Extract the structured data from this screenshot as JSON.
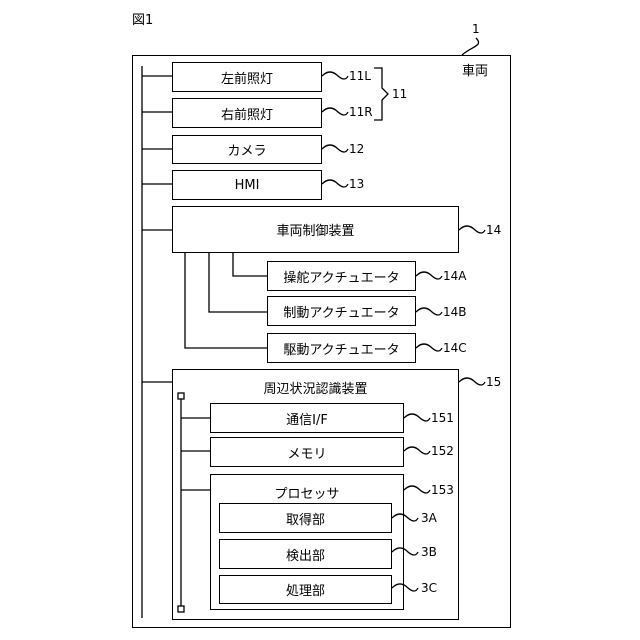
{
  "figure": {
    "label": "図1"
  },
  "vehicle": {
    "label": "車両",
    "ref": "1"
  },
  "headlights": {
    "group_ref": "11",
    "left": {
      "label": "左前照灯",
      "ref": "11L"
    },
    "right": {
      "label": "右前照灯",
      "ref": "11R"
    }
  },
  "camera": {
    "label": "カメラ",
    "ref": "12"
  },
  "hmi": {
    "label": "HMI",
    "ref": "13"
  },
  "vehicle_control": {
    "label": "車両制御装置",
    "ref": "14"
  },
  "actuators": {
    "steering": {
      "label": "操舵アクチュエータ",
      "ref": "14A"
    },
    "braking": {
      "label": "制動アクチュエータ",
      "ref": "14B"
    },
    "driving": {
      "label": "駆動アクチュエータ",
      "ref": "14C"
    }
  },
  "recognition": {
    "label": "周辺状況認識装置",
    "ref": "15",
    "comm_if": {
      "label": "通信I/F",
      "ref": "151"
    },
    "memory": {
      "label": "メモリ",
      "ref": "152"
    },
    "processor": {
      "label": "プロセッサ",
      "ref": "153",
      "acquisition": {
        "label": "取得部",
        "ref": "3A"
      },
      "detection": {
        "label": "検出部",
        "ref": "3B"
      },
      "processing": {
        "label": "処理部",
        "ref": "3C"
      }
    }
  }
}
